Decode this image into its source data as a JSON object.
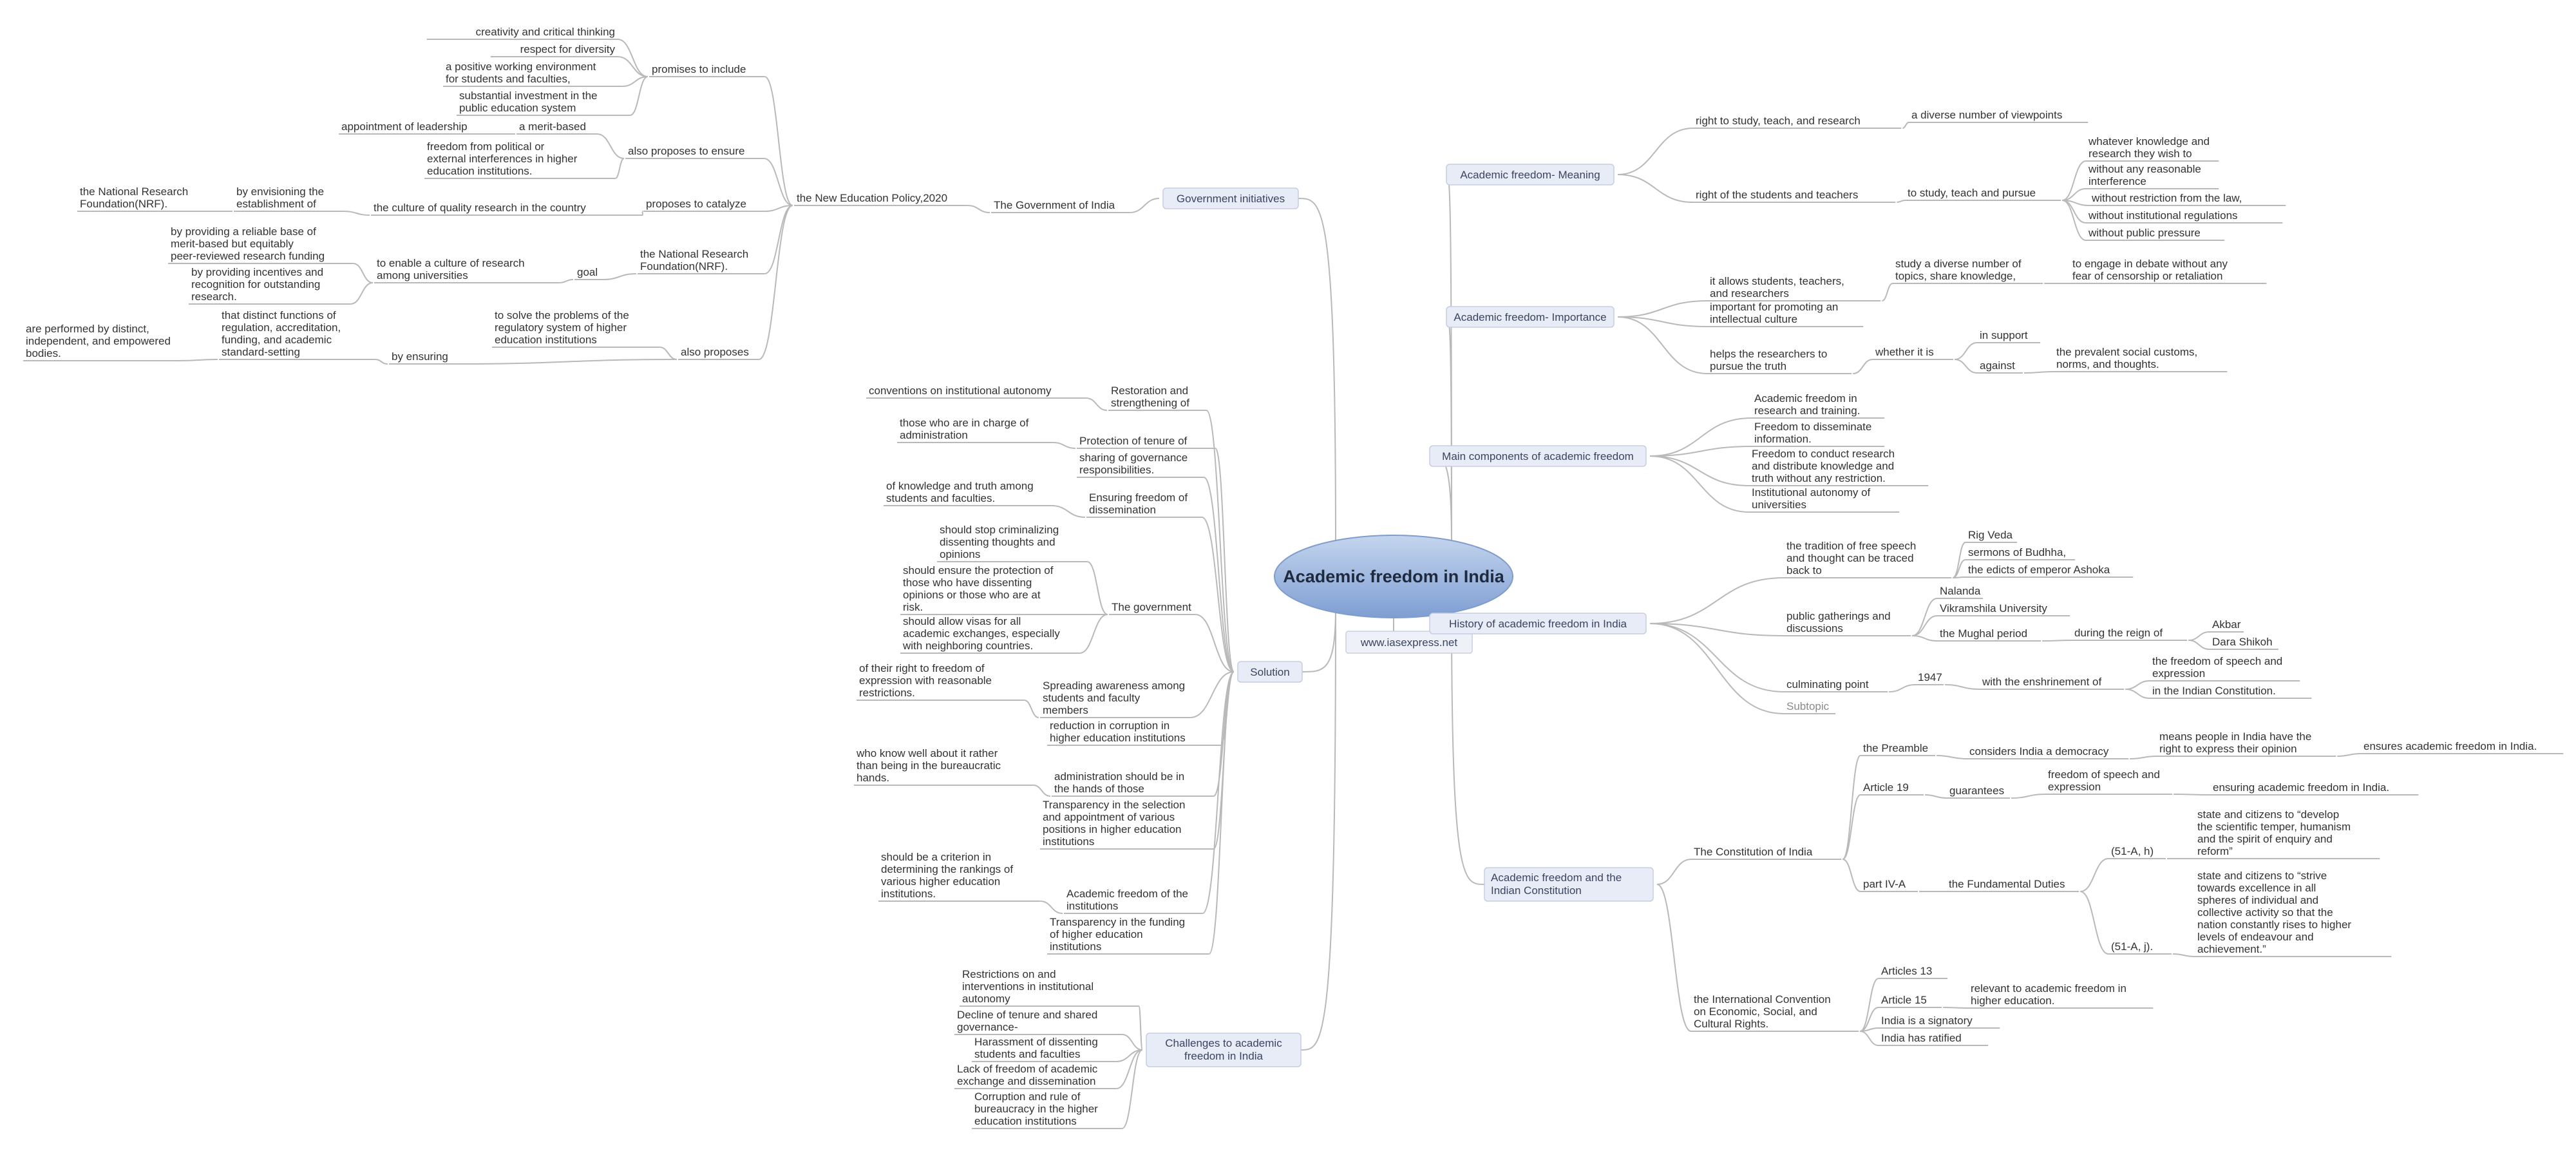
{
  "central": "Academic freedom in India",
  "website": "www.iasexpress.net",
  "nodes": [
    {
      "id": "m1",
      "text": "Academic freedom- Meaning"
    },
    {
      "id": "m1a",
      "text": "right to study, teach, and research"
    },
    {
      "id": "m1a1",
      "text": "a diverse number of viewpoints"
    },
    {
      "id": "m1b",
      "text": "right of the students and teachers"
    },
    {
      "id": "m1b1",
      "text": "to study, teach and pursue"
    },
    {
      "id": "m1b1a",
      "text": "whatever knowledge and research they wish to"
    },
    {
      "id": "m1b1b",
      "text": "without any reasonable interference"
    },
    {
      "id": "m1b1c",
      "text": "without restriction from the law,"
    },
    {
      "id": "m1b1d",
      "text": "without institutional regulations"
    },
    {
      "id": "m1b1e",
      "text": "without public pressure"
    },
    {
      "id": "m2",
      "text": "Academic freedom- Importance"
    },
    {
      "id": "m2a",
      "text": "it allows students, teachers, and researchers"
    },
    {
      "id": "m2a1",
      "text": "study a diverse number of topics, share knowledge,"
    },
    {
      "id": "m2a1a",
      "text": "to engage in debate without any fear of censorship or retaliation"
    },
    {
      "id": "m2b",
      "text": "important for promoting an intellectual culture"
    },
    {
      "id": "m2c",
      "text": "helps the researchers to pursue the truth"
    },
    {
      "id": "m2c1",
      "text": "whether it is"
    },
    {
      "id": "m2c1a",
      "text": "in support"
    },
    {
      "id": "m2c1b",
      "text": "against"
    },
    {
      "id": "m2c1b1",
      "text": "the prevalent social customs, norms, and thoughts."
    },
    {
      "id": "m3",
      "text": "Main components of academic freedom"
    },
    {
      "id": "m3a",
      "text": "Academic freedom in research and training."
    },
    {
      "id": "m3b",
      "text": "Freedom to disseminate information."
    },
    {
      "id": "m3c",
      "text": "Freedom to conduct research and distribute knowledge and truth without any restriction."
    },
    {
      "id": "m3d",
      "text": "Institutional autonomy of universities"
    },
    {
      "id": "m4",
      "text": "History of academic freedom in India"
    },
    {
      "id": "m4a",
      "text": "the tradition of free speech and thought can be traced back to"
    },
    {
      "id": "m4a1",
      "text": "Rig Veda"
    },
    {
      "id": "m4a2",
      "text": "sermons of Budhha,"
    },
    {
      "id": "m4a3",
      "text": "the edicts of emperor Ashoka"
    },
    {
      "id": "m4b",
      "text": "public gatherings and discussions"
    },
    {
      "id": "m4b1",
      "text": "Nalanda"
    },
    {
      "id": "m4b2",
      "text": "Vikramshila University"
    },
    {
      "id": "m4b3",
      "text": "the Mughal period"
    },
    {
      "id": "m4b3a",
      "text": "during the reign of"
    },
    {
      "id": "m4b3a1",
      "text": "Akbar"
    },
    {
      "id": "m4b3a2",
      "text": "Dara Shikoh"
    },
    {
      "id": "m4c",
      "text": "culminating point"
    },
    {
      "id": "m4c1",
      "text": "1947"
    },
    {
      "id": "m4c1a",
      "text": "with the enshrinement of"
    },
    {
      "id": "m4c1a1",
      "text": "the freedom of speech and expression"
    },
    {
      "id": "m4c1a2",
      "text": "in the Indian Constitution."
    },
    {
      "id": "m4d",
      "text": "Subtopic"
    },
    {
      "id": "m5",
      "text": "Academic freedom and the Indian Constitution"
    },
    {
      "id": "m5a",
      "text": "The Constitution of India"
    },
    {
      "id": "m5a1",
      "text": "the Preamble"
    },
    {
      "id": "m5a1a",
      "text": "considers India a democracy"
    },
    {
      "id": "m5a1a1",
      "text": "means people in India have the right to express their opinion"
    },
    {
      "id": "m5a1a1a",
      "text": "ensures academic freedom in India."
    },
    {
      "id": "m5a2",
      "text": "Article 19"
    },
    {
      "id": "m5a2a",
      "text": "guarantees"
    },
    {
      "id": "m5a2a1",
      "text": "freedom of speech and expression"
    },
    {
      "id": "m5a2a1a",
      "text": "ensuring academic freedom in India."
    },
    {
      "id": "m5a3",
      "text": "part IV-A"
    },
    {
      "id": "m5a3a",
      "text": "the Fundamental Duties"
    },
    {
      "id": "m5a3a1",
      "text": "(51-A, h)"
    },
    {
      "id": "m5a3a1a",
      "text": "state and citizens to “develop the scientific temper, humanism and the spirit of enquiry and reform”"
    },
    {
      "id": "m5a3a2",
      "text": "(51-A, j)."
    },
    {
      "id": "m5a3a2a",
      "text": "state and citizens to “strive towards excellence in all spheres of individual and collective activity so that the nation constantly rises to higher levels of endeavour and achievement.”"
    },
    {
      "id": "m5b",
      "text": "the International Convention on Economic, Social, and Cultural Rights."
    },
    {
      "id": "m5b1",
      "text": "Articles 13"
    },
    {
      "id": "m5b2",
      "text": "Article 15"
    },
    {
      "id": "m5b2a",
      "text": "relevant to academic freedom in higher education."
    },
    {
      "id": "m5b3",
      "text": "India is a signatory"
    },
    {
      "id": "m5b4",
      "text": "India has ratified"
    },
    {
      "id": "g",
      "text": "Government initiatives"
    },
    {
      "id": "g1",
      "text": "The Government of India"
    },
    {
      "id": "g2",
      "text": "the New Education Policy,2020"
    },
    {
      "id": "g3",
      "text": "promises to include"
    },
    {
      "id": "g3a",
      "text": "creativity and critical thinking"
    },
    {
      "id": "g3b",
      "text": "respect for diversity"
    },
    {
      "id": "g3c",
      "text": "a positive working environment for students and faculties,"
    },
    {
      "id": "g3d",
      "text": "substantial investment in the public education system"
    },
    {
      "id": "g4",
      "text": "also proposes to ensure"
    },
    {
      "id": "g4a",
      "text": "a merit-based"
    },
    {
      "id": "g4a1",
      "text": "appointment of leadership"
    },
    {
      "id": "g4b",
      "text": "freedom from political or external interferences in higher education institutions."
    },
    {
      "id": "g5",
      "text": "proposes to catalyze"
    },
    {
      "id": "g5a",
      "text": "the culture of quality research in the country"
    },
    {
      "id": "g5a1",
      "text": "by envisioning the establishment of"
    },
    {
      "id": "g5a1a",
      "text": "the National Research Foundation(NRF)."
    },
    {
      "id": "g6",
      "text": "the National Research Foundation(NRF)."
    },
    {
      "id": "g6a",
      "text": "goal"
    },
    {
      "id": "g6a1",
      "text": "to enable a culture of research among universities"
    },
    {
      "id": "g6a1a",
      "text": "by providing a reliable base of merit-based but equitably peer-reviewed research funding"
    },
    {
      "id": "g6a1b",
      "text": "by providing incentives and recognition for outstanding research."
    },
    {
      "id": "g7",
      "text": "also proposes"
    },
    {
      "id": "g7a",
      "text": "to solve the problems of the regulatory system of higher education institutions"
    },
    {
      "id": "g7b",
      "text": "by ensuring"
    },
    {
      "id": "g7b1",
      "text": "that distinct functions of regulation, accreditation, funding, and academic standard-setting"
    },
    {
      "id": "g7b1a",
      "text": "are performed by distinct, independent, and empowered bodies."
    },
    {
      "id": "s",
      "text": "Solution"
    },
    {
      "id": "s1",
      "text": "Restoration and strengthening of"
    },
    {
      "id": "s1a",
      "text": "conventions on institutional autonomy"
    },
    {
      "id": "s2",
      "text": "Protection of tenure of"
    },
    {
      "id": "s2a",
      "text": "those who are in charge of administration"
    },
    {
      "id": "s3",
      "text": "sharing of governance responsibilities."
    },
    {
      "id": "s4",
      "text": "Ensuring freedom of dissemination"
    },
    {
      "id": "s4a",
      "text": "of knowledge and truth among students and faculties."
    },
    {
      "id": "s5",
      "text": "The government"
    },
    {
      "id": "s5a",
      "text": "should stop criminalizing dissenting thoughts and opinions"
    },
    {
      "id": "s5b",
      "text": "should  ensure the protection of those who have dissenting opinions or those who are at risk."
    },
    {
      "id": "s5c",
      "text": "should allow visas for all academic exchanges, especially with neighboring countries."
    },
    {
      "id": "s6",
      "text": "Spreading awareness among students and faculty members"
    },
    {
      "id": "s6a",
      "text": "of their right to freedom of expression with reasonable restrictions."
    },
    {
      "id": "s7",
      "text": "reduction in corruption in higher education institutions"
    },
    {
      "id": "s8",
      "text": "administration should be in the hands of those"
    },
    {
      "id": "s8a",
      "text": "who know well about it rather than being in the bureaucratic hands."
    },
    {
      "id": "s9",
      "text": "Transparency in the selection and appointment of various positions in higher education institutions"
    },
    {
      "id": "s10",
      "text": "Academic freedom of the institutions"
    },
    {
      "id": "s10a",
      "text": "should be a criterion in determining the rankings of various higher education institutions."
    },
    {
      "id": "s11",
      "text": "Transparency in the funding of higher education institutions"
    },
    {
      "id": "c",
      "text": "Challenges to academic freedom in India"
    },
    {
      "id": "c1",
      "text": "Restrictions on and interventions in institutional autonomy"
    },
    {
      "id": "c2",
      "text": "Decline of tenure and shared governance-"
    },
    {
      "id": "c3",
      "text": "Harassment of dissenting students and faculties"
    },
    {
      "id": "c4",
      "text": "Lack of freedom of academic exchange and dissemination"
    },
    {
      "id": "c5",
      "text": "Corruption and rule of bureaucracy in the higher education institutions"
    }
  ]
}
